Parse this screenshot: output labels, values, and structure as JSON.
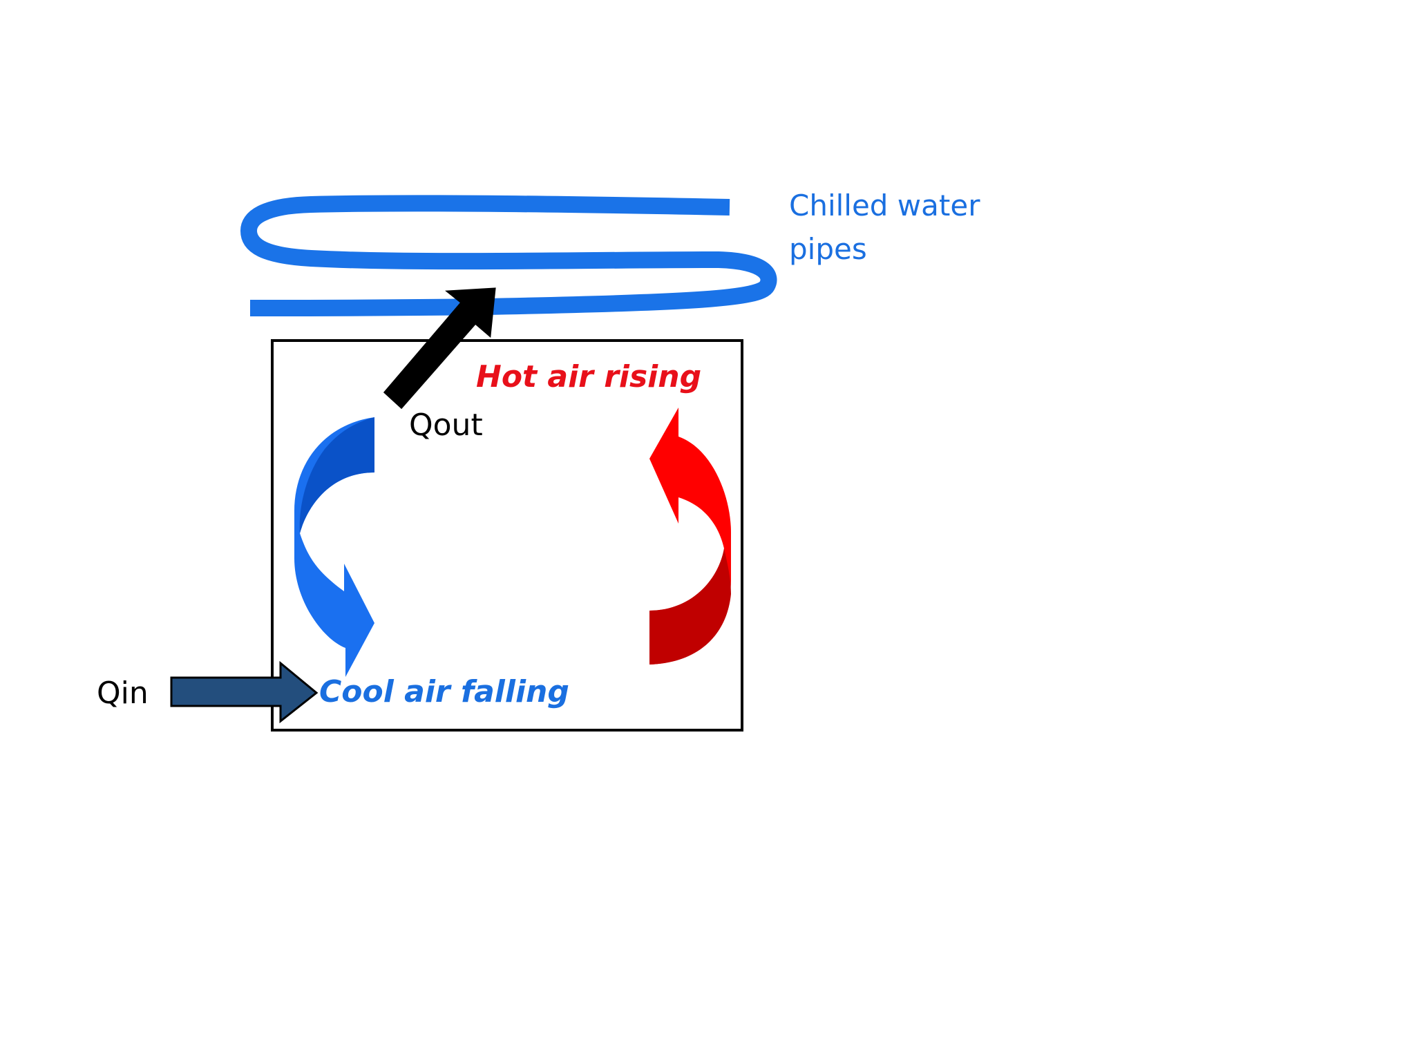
{
  "labels": {
    "pipes_line1": "Chilled water",
    "pipes_line2": "pipes",
    "hot_air": "Hot air rising",
    "cool_air": "Cool air falling",
    "q_out": "Qout",
    "q_in": "Qin"
  },
  "colors": {
    "pipe": "#1a73e8",
    "pipe_label": "#1a6fe0",
    "hot_text": "#e8101a",
    "hot_arrow_light": "#ff0000",
    "hot_arrow_dark": "#c00000",
    "cool_text": "#1a6fe0",
    "cool_arrow_light": "#1a70f0",
    "cool_arrow_dark": "#0a52c8",
    "qin_arrow": "#234e7d",
    "qout_arrow": "#000000",
    "room_border": "#000000",
    "text_black": "#000000"
  }
}
